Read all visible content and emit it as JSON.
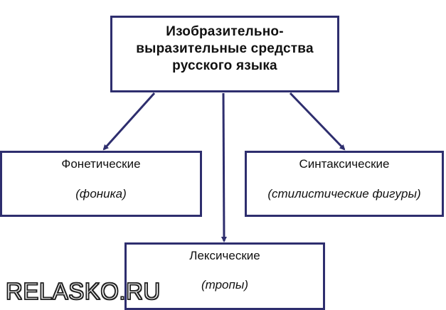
{
  "root": {
    "lines": [
      "Изобразительно-",
      "выразительные средства",
      "русского языка"
    ]
  },
  "branches": [
    {
      "id": "phonetic",
      "title": "Фонетические",
      "subtitle": "(фоника)"
    },
    {
      "id": "syntactic",
      "title": "Синтаксические",
      "subtitle": "(стилистические фигуры)"
    },
    {
      "id": "lexical",
      "title": "Лексические",
      "subtitle": "(тропы)"
    }
  ],
  "colors": {
    "border": "#2e2e6e",
    "arrow": "#2e2e6e"
  },
  "watermark": "RELASKO.RU"
}
